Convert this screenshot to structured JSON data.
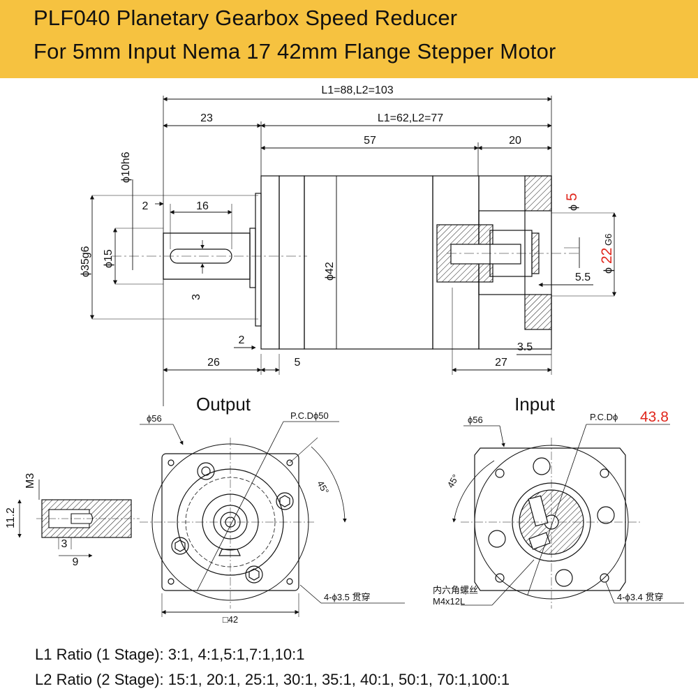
{
  "banner": {
    "line1": "PLF040 Planetary Gearbox Speed Reducer",
    "line2": "For 5mm Input Nema 17 42mm Flange Stepper Motor",
    "color": "#f6c240"
  },
  "side_view": {
    "overall_length": "L1=88,L2=103",
    "body_length": "L1=62,L2=77",
    "shaft_length": "23",
    "mid_length": "57",
    "input_length": "20",
    "shaft_diameter": "ϕ10h6",
    "key_offset": "2",
    "key_length": "16",
    "pilot_diameter": "ϕ35g6",
    "key_diameter": "ϕ15",
    "key_width": "3",
    "body_diameter": "ϕ42",
    "input_bore_prefix": "ϕ",
    "input_bore_value": "5",
    "input_pilot_prefix": "ϕ",
    "input_pilot_value": "22",
    "input_pilot_tol": "G6",
    "clamp_depth": "5.5",
    "flange_step": "2",
    "shaft_total": "26",
    "flange_thickness": "5",
    "input_flange_step": "3.5",
    "input_depth": "27"
  },
  "output_view": {
    "title": "Output",
    "outer_diameter": "ϕ56",
    "pcd_label": "P.C.Dϕ50",
    "angle": "45°",
    "holes": "4-ϕ3.5 贯穿",
    "square": "□42"
  },
  "input_view": {
    "title": "Input",
    "outer_diameter": "ϕ56",
    "pcd_prefix": "P.C.Dϕ",
    "pcd_value": "43.8",
    "angle": "45°",
    "screw_line1": "内六角螺丝",
    "screw_line2": "M4x12L",
    "holes": "4-ϕ3.4 贯穿"
  },
  "detail_view": {
    "thread": "M3",
    "depth": "11.2",
    "offset": "3",
    "width": "9"
  },
  "ratios": {
    "l1": "L1 Ratio (1 Stage): 3:1, 4:1,5:1,7:1,10:1",
    "l2": "L2 Ratio (2 Stage): 15:1, 20:1, 25:1, 30:1, 35:1, 40:1, 50:1, 70:1,100:1"
  },
  "colors": {
    "red_text": "#e0261c",
    "ink": "#111111"
  }
}
